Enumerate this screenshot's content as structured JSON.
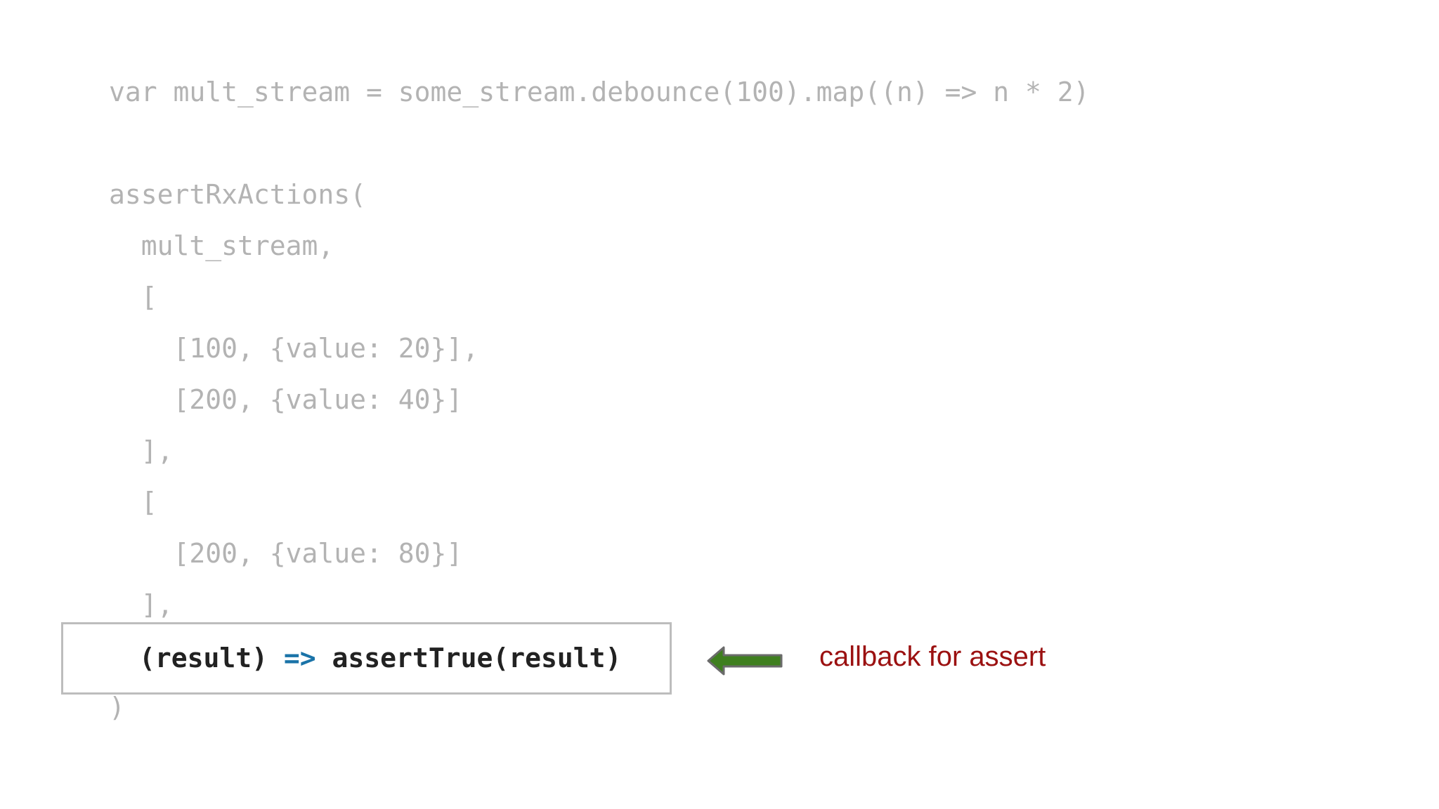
{
  "code": {
    "line1": "var mult_stream = some_stream.debounce(100).map((n) => n * 2)",
    "line2": "assertRxActions(",
    "line3": "  mult_stream,",
    "line4": "  [",
    "line5": "    [100, {value: 20}],",
    "line6": "    [200, {value: 40}]",
    "line7": "  ],",
    "line8": "  [",
    "line9": "    [200, {value: 80}]",
    "line10": "  ],",
    "highlight_pre": "(result) ",
    "highlight_op": "=>",
    "highlight_post": " assertTrue(result)",
    "closing": ")"
  },
  "annotation": {
    "text": "callback for assert",
    "color": "#9b1111"
  },
  "arrow": {
    "icon": "left-arrow-icon",
    "fill_color": "#3f7f1f",
    "stroke_color": "#6b6b6b"
  }
}
